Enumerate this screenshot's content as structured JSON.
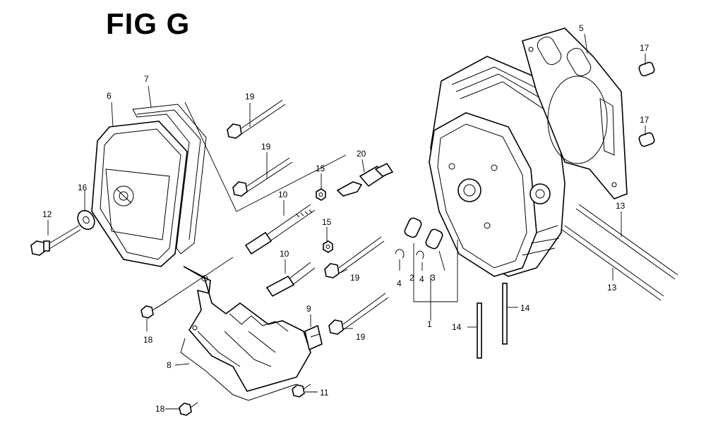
{
  "title": "FIG G",
  "callouts": {
    "c1": "1",
    "c2": "2",
    "c3": "3",
    "c4a": "4",
    "c4b": "4",
    "c5": "5",
    "c6": "6",
    "c7": "7",
    "c8": "8",
    "c9": "9",
    "c10a": "10",
    "c10b": "10",
    "c11": "11",
    "c12": "12",
    "c13a": "13",
    "c13b": "13",
    "c14a": "14",
    "c14b": "14",
    "c15a": "15",
    "c15b": "15",
    "c16": "16",
    "c17a": "17",
    "c17b": "17",
    "c18a": "18",
    "c18b": "18",
    "c19a": "19",
    "c19b": "19",
    "c19c": "19",
    "c19d": "19",
    "c20": "20"
  }
}
